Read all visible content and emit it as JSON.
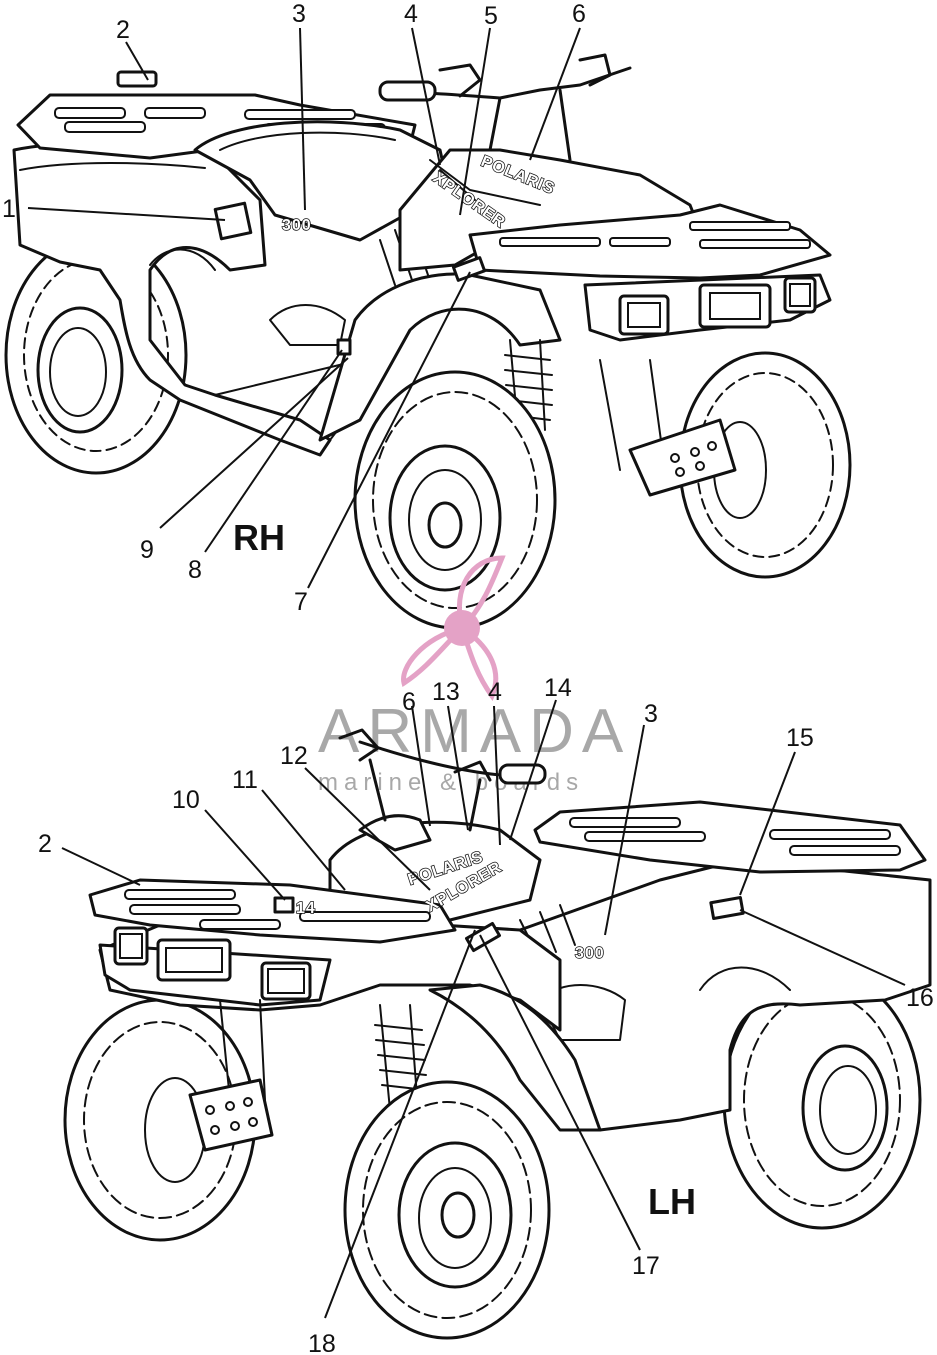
{
  "views": [
    {
      "id": "rh",
      "side_label": "RH"
    },
    {
      "id": "lh",
      "side_label": "LH"
    }
  ],
  "callouts_rh": [
    "1",
    "2",
    "3",
    "4",
    "5",
    "6",
    "7",
    "8",
    "9"
  ],
  "callouts_lh": [
    "2",
    "3",
    "4",
    "6",
    "10",
    "11",
    "12",
    "13",
    "14",
    "15",
    "16",
    "17",
    "18"
  ],
  "decals": {
    "brand": "POLARIS",
    "model": "XPLORER",
    "engine_rh": "300",
    "engine_lh": "300",
    "lh_tank_number": "14"
  },
  "watermark": {
    "brand": "ARMADA",
    "tagline": "marine & boards",
    "logo_icon": "propeller-icon",
    "color": "#e4a2c6"
  }
}
